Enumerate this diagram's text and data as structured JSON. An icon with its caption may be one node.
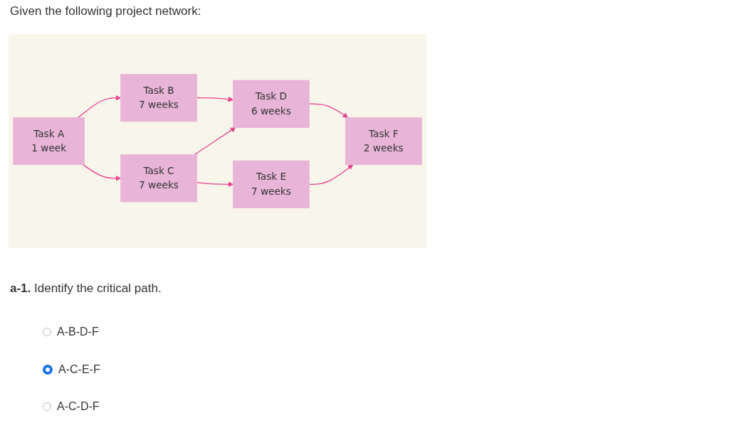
{
  "diagram": {
    "title": "Given the following project network:",
    "nodes": [
      {
        "text": [
          "Task A",
          "1 week"
        ]
      },
      {
        "text": [
          "Task B",
          "7 weeks"
        ]
      },
      {
        "text": [
          "Task C",
          "7 weeks"
        ]
      },
      {
        "text": [
          "Task D",
          "6 weeks"
        ]
      },
      {
        "text": [
          "Task E",
          "7 weeks"
        ]
      },
      {
        "text": [
          "Task F",
          "2 weeks"
        ]
      }
    ],
    "edges": [
      {
        "from": 0,
        "to": 1,
        "arrow": "to"
      },
      {
        "from": 0,
        "to": 2,
        "arrow": "to"
      },
      {
        "from": 1,
        "to": 3,
        "arrow": "to"
      },
      {
        "from": 2,
        "to": 3,
        "arrow": "to"
      },
      {
        "from": 2,
        "to": 4,
        "arrow": "to"
      },
      {
        "from": 3,
        "to": 5,
        "arrow": "to"
      },
      {
        "from": 4,
        "to": 5,
        "arrow": "to"
      }
    ],
    "labels": [
      "**a-1.** Identify the critical path.",
      "A-B-D-F",
      "A-C-E-F",
      "A-C-D-F"
    ]
  }
}
